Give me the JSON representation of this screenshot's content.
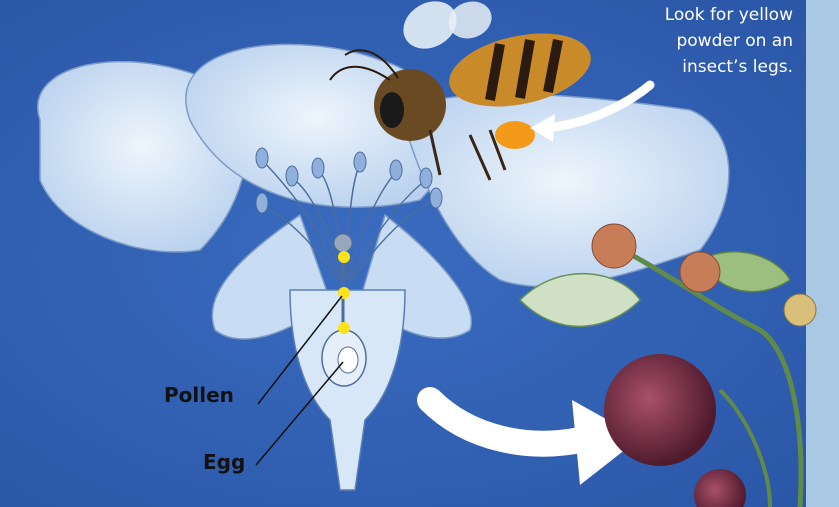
{
  "caption": {
    "lines": [
      "Look for yellow",
      "powder on an",
      "insect’s legs."
    ]
  },
  "labels": {
    "pollen": "Pollen",
    "egg": "Egg"
  },
  "colors": {
    "background": "#2f5fb0",
    "petal": "#cfe0f5",
    "side_strip": "#a9c8e4",
    "pollen_dot": "#ffe21a",
    "label_text": "#111111",
    "caption_text": "#ffffff",
    "berry": "#6e2a3e",
    "bee_body": "#c98a2a"
  }
}
